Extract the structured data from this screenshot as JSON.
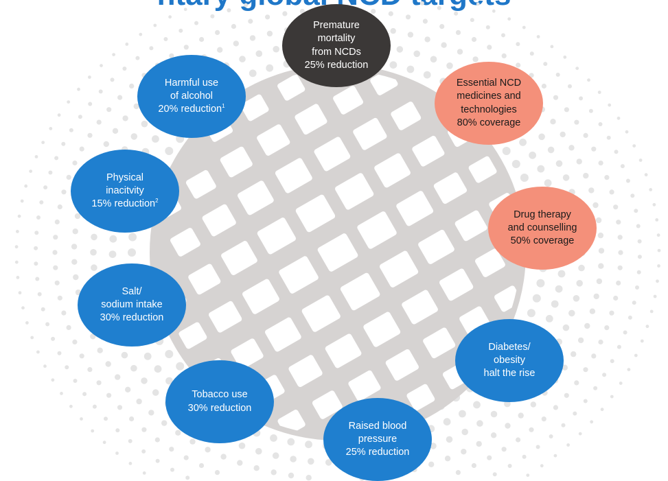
{
  "header": {
    "title_fragment": "ntary global NCD targets"
  },
  "targets": [
    {
      "id": "premature-mortality",
      "color": "#3b3837",
      "lines": [
        "Premature",
        "mortality",
        "from NCDs",
        "25% reduction"
      ]
    },
    {
      "id": "essential-medicines",
      "color": "#f4907a",
      "lines": [
        "Essential NCD",
        "medicines and",
        "technologies",
        "80% coverage"
      ]
    },
    {
      "id": "drug-therapy",
      "color": "#f4907a",
      "lines": [
        "Drug therapy",
        "and counselling",
        "50% coverage"
      ]
    },
    {
      "id": "diabetes-obesity",
      "color": "#1f7fcf",
      "lines": [
        "Diabetes/",
        "obesity",
        "halt the rise"
      ]
    },
    {
      "id": "raised-blood-pressure",
      "color": "#1f7fcf",
      "lines": [
        "Raised blood",
        "pressure",
        "25% reduction"
      ]
    },
    {
      "id": "tobacco-use",
      "color": "#1f7fcf",
      "lines": [
        "Tobacco use",
        "30% reduction"
      ]
    },
    {
      "id": "salt-sodium",
      "color": "#1f7fcf",
      "lines": [
        "Salt/",
        "sodium intake",
        "30% reduction"
      ]
    },
    {
      "id": "physical-inactivity",
      "color": "#1f7fcf",
      "lines": [
        "Physical",
        "inacitvity",
        "15% reduction"
      ],
      "footnote": "2"
    },
    {
      "id": "harmful-alcohol",
      "color": "#1f7fcf",
      "lines": [
        "Harmful use",
        "of alcohol",
        "20% reduction"
      ],
      "footnote": "1"
    }
  ],
  "colors": {
    "globe_grid": "#d6d3d2",
    "dots": "#e4e4e4",
    "target_blue": "#1f7fcf",
    "target_dark": "#3b3837",
    "target_salmon": "#f4907a"
  },
  "icons": {
    "globe": "globe-grid-icon",
    "dots": "dotted-halo-pattern"
  }
}
